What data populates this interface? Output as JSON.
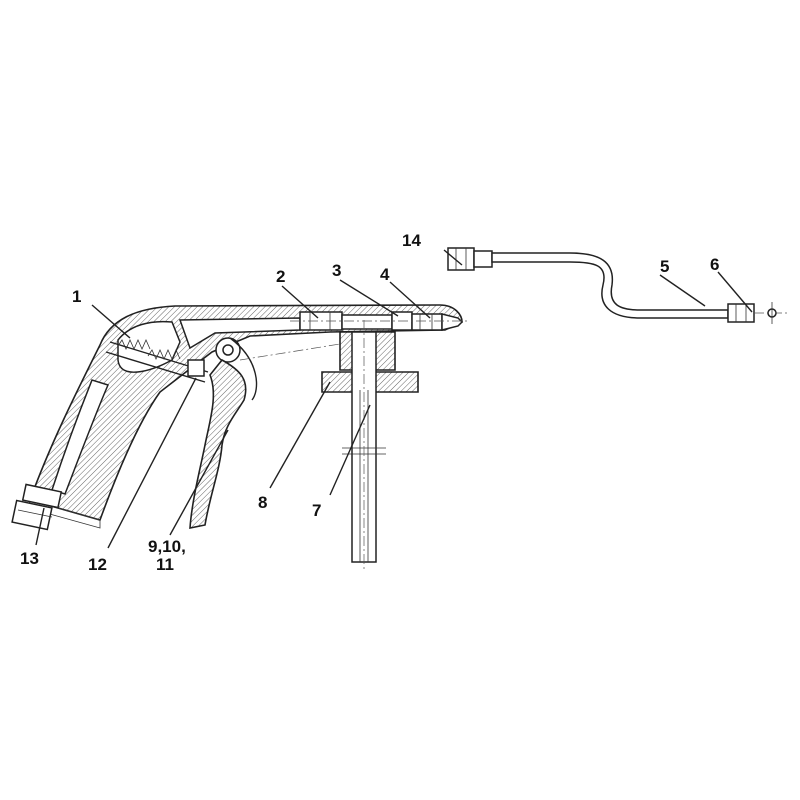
{
  "diagram": {
    "callouts": [
      {
        "id": "c1",
        "text": "1"
      },
      {
        "id": "c2",
        "text": "2"
      },
      {
        "id": "c3",
        "text": "3"
      },
      {
        "id": "c4",
        "text": "4"
      },
      {
        "id": "c5",
        "text": "5"
      },
      {
        "id": "c6",
        "text": "6"
      },
      {
        "id": "c7",
        "text": "7"
      },
      {
        "id": "c8",
        "text": "8"
      },
      {
        "id": "c9a",
        "text": "9,10,"
      },
      {
        "id": "c9b",
        "text": "11"
      },
      {
        "id": "c12",
        "text": "12"
      },
      {
        "id": "c13",
        "text": "13"
      },
      {
        "id": "c14",
        "text": "14"
      }
    ]
  }
}
